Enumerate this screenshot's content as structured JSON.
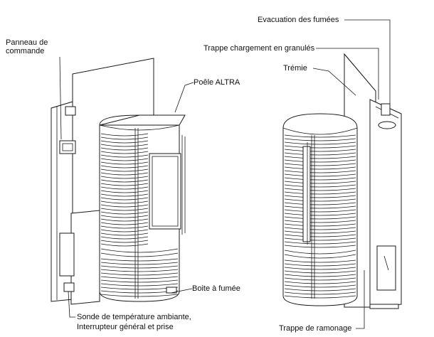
{
  "labels": {
    "panneau": "Panneau de\ncommande",
    "poele": "Poêle ALTRA",
    "boite": "Boite à fumée",
    "sonde_line1": "Sonde de température ambiante,",
    "sonde_line2": "Interrupteur général et prise",
    "evacuation": "Evacuation des fumées",
    "trappe_chargement": "Trappe chargement en granulés",
    "tremie": "Trémie",
    "trappe_ramonage": "Trappe de ramonage"
  }
}
